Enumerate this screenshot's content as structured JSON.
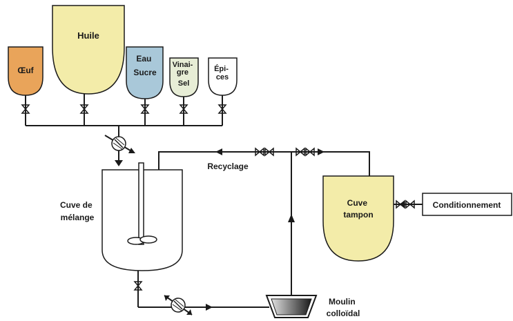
{
  "diagram": {
    "tanks": {
      "oeuf": {
        "label": "Œuf",
        "color": "#e9a45a"
      },
      "huile": {
        "label": "Huile",
        "color": "#f3eca9"
      },
      "eau_sucre": {
        "line1": "Eau",
        "line2": "Sucre",
        "color": "#a9c8d9"
      },
      "vinaigre_sel": {
        "line1": "Vinai-",
        "line2": "gre",
        "line3": "Sel",
        "color": "#e7edd6"
      },
      "epices": {
        "line1": "Épi-",
        "line2": "ces",
        "color": "#ffffff"
      },
      "cuve_tampon": {
        "line1": "Cuve",
        "line2": "tampon",
        "color": "#f3eca9"
      }
    },
    "labels": {
      "cuve_melange_1": "Cuve de",
      "cuve_melange_2": "mélange",
      "recyclage": "Recyclage",
      "moulin_1": "Moulin",
      "moulin_2": "colloïdal",
      "conditionnement": "Conditionnement"
    }
  }
}
